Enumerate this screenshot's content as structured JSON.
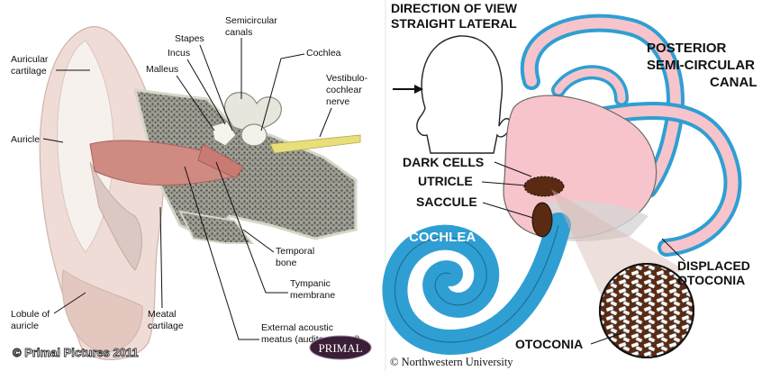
{
  "left_panel": {
    "labels": {
      "auricular_cartilage": [
        "Auricular",
        "cartilage"
      ],
      "auricle": "Auricle",
      "lobule": [
        "Lobule of",
        "auricle"
      ],
      "semicircular_canals": [
        "Semicircular",
        "canals"
      ],
      "stapes": "Stapes",
      "incus": "Incus",
      "malleus": "Malleus",
      "cochlea": "Cochlea",
      "vestibulocochlear_nerve": [
        "Vestibulo-",
        "cochlear",
        "nerve"
      ],
      "temporal_bone": [
        "Temporal",
        "bone"
      ],
      "tympanic_membrane": [
        "Tympanic",
        "membrane"
      ],
      "meatal_cartilage": [
        "Meatal",
        "cartilage"
      ],
      "external_acoustic_meatus": [
        "External acoustic",
        "meatus (auditory canal)"
      ]
    },
    "watermark": "© Primal Pictures 2011",
    "logo_text": "PRIMAL"
  },
  "right_panel": {
    "view_caption": [
      "DIRECTION OF VIEW",
      "STRAIGHT LATERAL"
    ],
    "labels": {
      "posterior_canal": [
        "POSTERIOR",
        "SEMI-CIRCULAR",
        "CANAL"
      ],
      "dark_cells": "DARK CELLS",
      "utricle": "UTRICLE",
      "saccule": "SACCULE",
      "cochlea": "COCHLEA",
      "displaced_otoconia": [
        "DISPLACED",
        "OTOCONIA"
      ],
      "otoconia": "OTOCONIA"
    },
    "copyright": "©  Northwestern University"
  },
  "colors": {
    "canal_blue": "#2f9fd3",
    "membrane_pink": "#f7c4cb",
    "dark_brown": "#5a2a12",
    "muscle_red": "#cf8a82",
    "bone_grey": "#8c8c82",
    "skin_pink": "#ecd5cf"
  }
}
